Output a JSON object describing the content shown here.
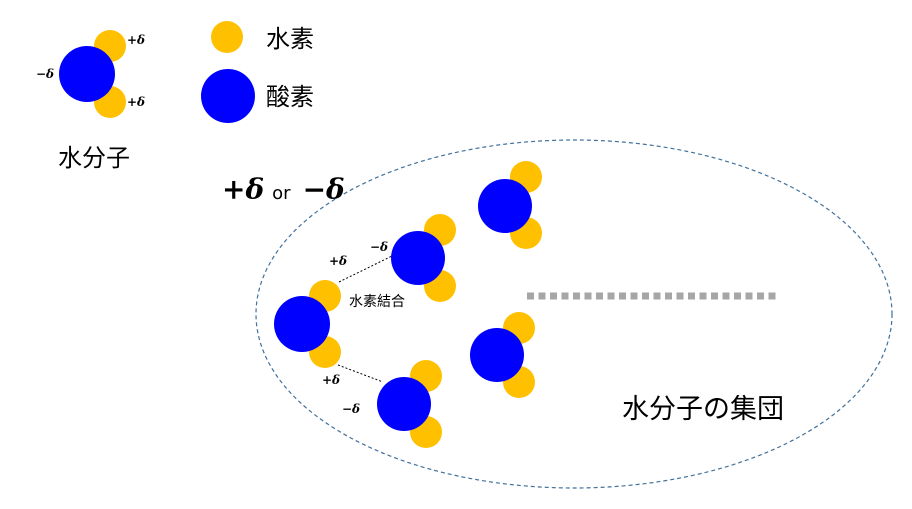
{
  "legend": {
    "hydrogen_label": "水素",
    "oxygen_label": "酸素"
  },
  "molecule": {
    "label": "水分子",
    "charge_plus": "+δ",
    "charge_minus": "−δ"
  },
  "charge_note": {
    "plus": "+δ",
    "or": "or",
    "minus": "−δ"
  },
  "cluster": {
    "label": "水分子の集団",
    "bond_label": "水素結合",
    "charge_plus": "+δ",
    "charge_minus": "−δ"
  },
  "colors": {
    "hydrogen": "#FFC000",
    "oxygen": "#0000FF",
    "ellipse_border": "#41719C",
    "dots": "#A6A6A6"
  }
}
